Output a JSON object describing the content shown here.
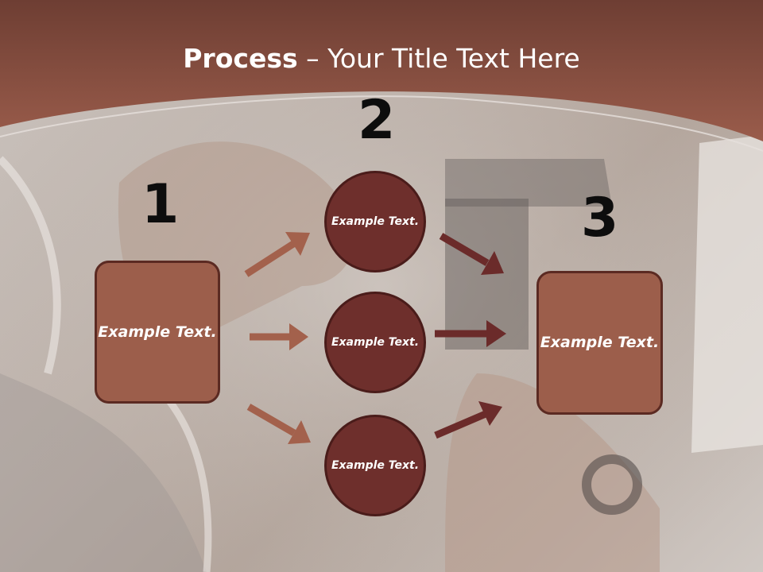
{
  "slide": {
    "title_strong": "Process",
    "title_rest": " – Your Title Text Here"
  },
  "steps": [
    {
      "number": "1",
      "label": "Example Text."
    },
    {
      "number": "2"
    },
    {
      "number": "3",
      "label": "Example Text."
    }
  ],
  "nodes": [
    {
      "label": "Example Text."
    },
    {
      "label": "Example Text."
    },
    {
      "label": "Example Text."
    }
  ],
  "colors": {
    "header": "#8e5242",
    "box_fill": "#9c5e4b",
    "box_border": "#5b2a22",
    "circle_fill": "#6e2f2c",
    "arrow_light": "#a3614c",
    "arrow_dark": "#6b2b2a"
  }
}
